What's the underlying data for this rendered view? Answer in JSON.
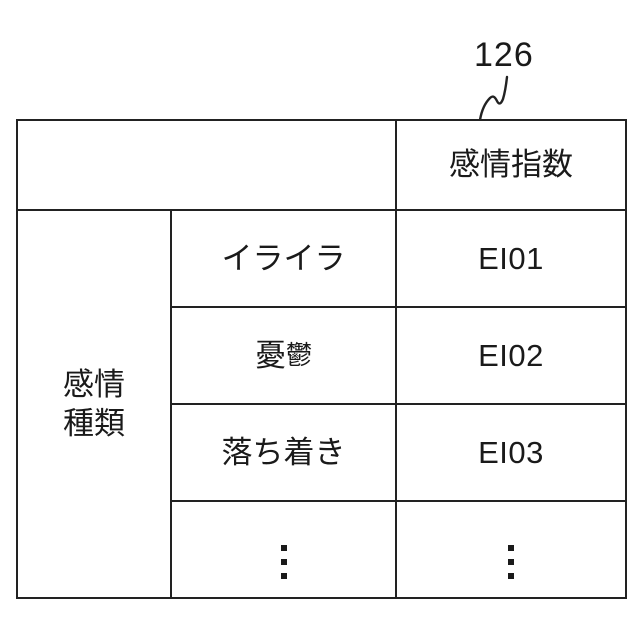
{
  "figure": {
    "reference_numeral": "126",
    "leader_line": "zigzag-leader-icon"
  },
  "table": {
    "header": {
      "left_label": "",
      "index_column_label": "感情指数"
    },
    "row_group_label": {
      "line1": "感情",
      "line2": "種類"
    },
    "rows": [
      {
        "emotion": "イライラ",
        "emotion_main": "イライラ",
        "emotion_sub": "",
        "code": "EI01"
      },
      {
        "emotion": "憂鬱",
        "emotion_main": "憂",
        "emotion_sub": "鬱",
        "code": "EI02"
      },
      {
        "emotion": "落ち着き",
        "emotion_main": "落ち着き",
        "emotion_sub": "",
        "code": "EI03"
      },
      {
        "emotion": "⋮",
        "emotion_main": "",
        "emotion_sub": "",
        "code": "⋮"
      }
    ]
  },
  "colors": {
    "line": "#222222",
    "text": "#1a1a1a",
    "background": "#ffffff"
  }
}
